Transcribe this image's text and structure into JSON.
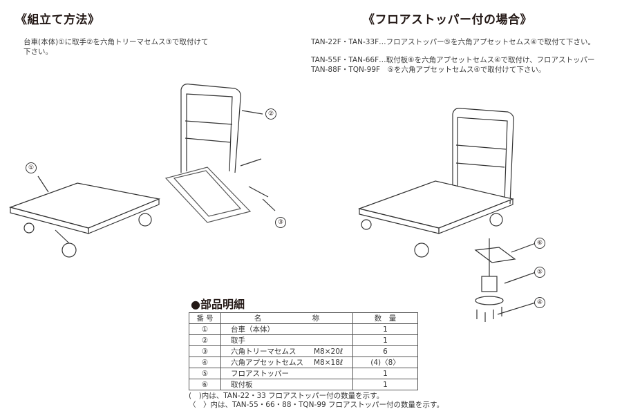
{
  "left_section": {
    "title": "《組立て方法》",
    "instructions": [
      "台車(本体)①に取手②を六角トリーマセムス③で取付けて",
      "下さい。"
    ],
    "callouts": [
      "①",
      "②",
      "③"
    ]
  },
  "right_section": {
    "title": "《フロアストッパー付の場合》",
    "instructions": [
      "TAN-22F・TAN-33F…フロアストッパー⑤を六角アプセットセムス④で取付て下さい。",
      "TAN-55F・TAN-66F…取付板⑥を六角アプセットセムス④で取付け、フロアストッパー",
      "TAN-88F・TQN-99F　⑤を六角アプセットセムス④で取付けて下さい。"
    ],
    "callouts": [
      "⑥",
      "⑤",
      "④"
    ]
  },
  "parts": {
    "title": "●部品明細",
    "headers": [
      "番 号",
      "名　　　　　　　称",
      "数　量"
    ],
    "rows": [
      {
        "no": "①",
        "name": "台車（本体）",
        "spec": "",
        "qty": "1"
      },
      {
        "no": "②",
        "name": "取手",
        "spec": "",
        "qty": "1"
      },
      {
        "no": "③",
        "name": "六角トリーマセムス",
        "spec": "M8×20ℓ",
        "qty": "6"
      },
      {
        "no": "④",
        "name": "六角アプセットセムス",
        "spec": "M8×18ℓ",
        "qty": "(4)〈8〉"
      },
      {
        "no": "⑤",
        "name": "フロアストッパー",
        "spec": "",
        "qty": "1"
      },
      {
        "no": "⑥",
        "name": "取付板",
        "spec": "",
        "qty": "1"
      }
    ],
    "notes": [
      "(　)内は、TAN-22・33 フロアストッパー付の数量を示す。",
      "〈　〉内は、TAN-55・66・88・TQN-99 フロアストッパー付の数量を示す。"
    ]
  }
}
